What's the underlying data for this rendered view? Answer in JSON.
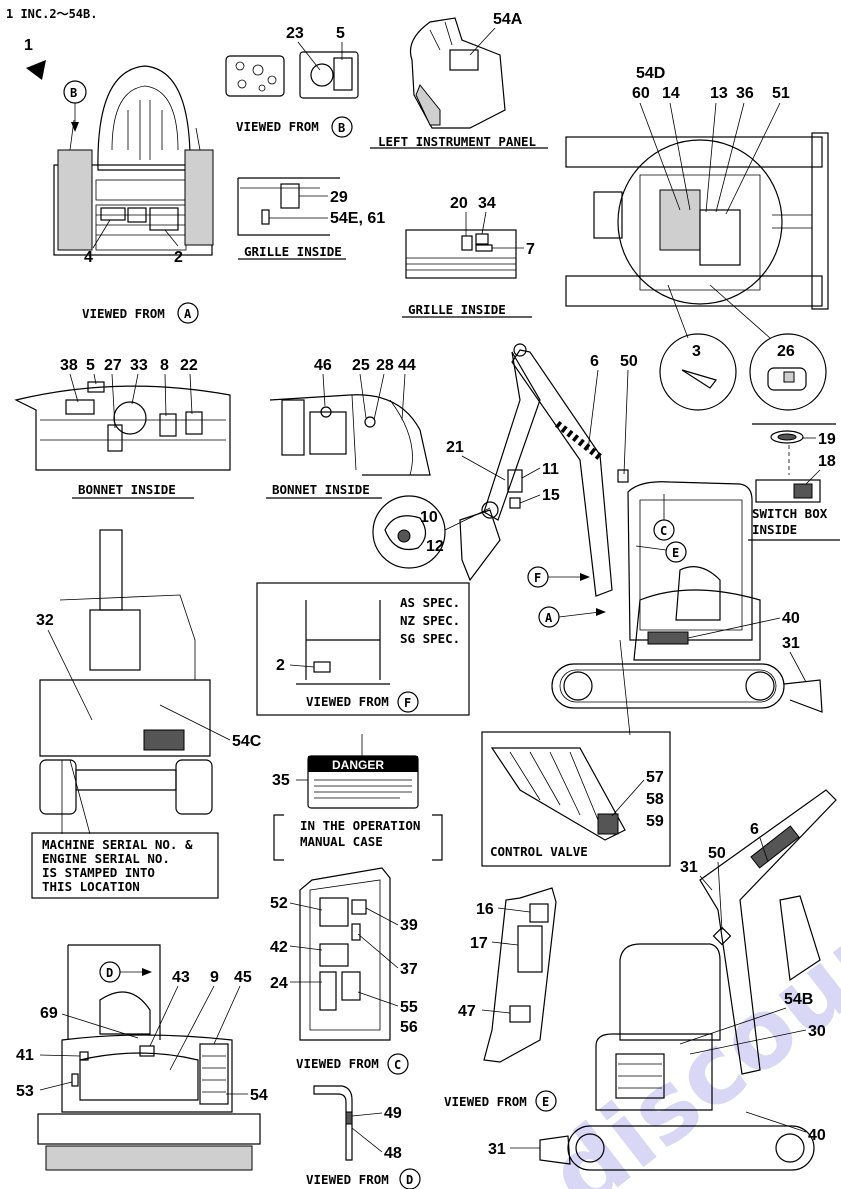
{
  "header": {
    "text": "1 INC.2〜54B."
  },
  "watermark": "discount-Equip",
  "captions": {
    "viewed_from": "VIEWED FROM",
    "left_instrument_panel": "LEFT INSTRUMENT PANEL",
    "grille_inside": "GRILLE INSIDE",
    "bonnet_inside": "BONNET INSIDE",
    "switch_box_inside_1": "SWITCH BOX",
    "switch_box_inside_2": "INSIDE",
    "control_valve": "CONTROL VALVE",
    "spec_1": "AS SPEC.",
    "spec_2": "NZ SPEC.",
    "spec_3": "SG SPEC.",
    "operation_manual_1": "IN THE OPERATION",
    "operation_manual_2": "MANUAL CASE",
    "serial_1": "MACHINE SERIAL NO. &",
    "serial_2": "ENGINE SERIAL NO.",
    "serial_3": "IS STAMPED INTO",
    "serial_4": "THIS LOCATION",
    "danger": "DANGER"
  },
  "view_letters": {
    "a": "A",
    "b": "B",
    "c": "C",
    "d": "D",
    "e": "E",
    "f": "F"
  },
  "callouts": {
    "c1": "1",
    "c2": "2",
    "c3": "3",
    "c4": "4",
    "c5": "5",
    "c6": "6",
    "c7": "7",
    "c8": "8",
    "c9": "9",
    "c10": "10",
    "c11": "11",
    "c12": "12",
    "c13": "13",
    "c14": "14",
    "c15": "15",
    "c16": "16",
    "c17": "17",
    "c18": "18",
    "c19": "19",
    "c20": "20",
    "c21": "21",
    "c22": "22",
    "c23": "23",
    "c24": "24",
    "c25": "25",
    "c26": "26",
    "c27": "27",
    "c28": "28",
    "c29": "29",
    "c30": "30",
    "c31": "31",
    "c32": "32",
    "c33": "33",
    "c34": "34",
    "c35": "35",
    "c36": "36",
    "c37": "37",
    "c38": "38",
    "c39": "39",
    "c40": "40",
    "c41": "41",
    "c42": "42",
    "c43": "43",
    "c44": "44",
    "c45": "45",
    "c46": "46",
    "c47": "47",
    "c48": "48",
    "c49": "49",
    "c50": "50",
    "c51": "51",
    "c52": "52",
    "c53": "53",
    "c54": "54",
    "c54a": "54A",
    "c54b": "54B",
    "c54c": "54C",
    "c54d": "54D",
    "c54e61": "54E, 61",
    "c55": "55",
    "c56": "56",
    "c57": "57",
    "c58": "58",
    "c59": "59",
    "c60": "60",
    "c69": "69"
  }
}
